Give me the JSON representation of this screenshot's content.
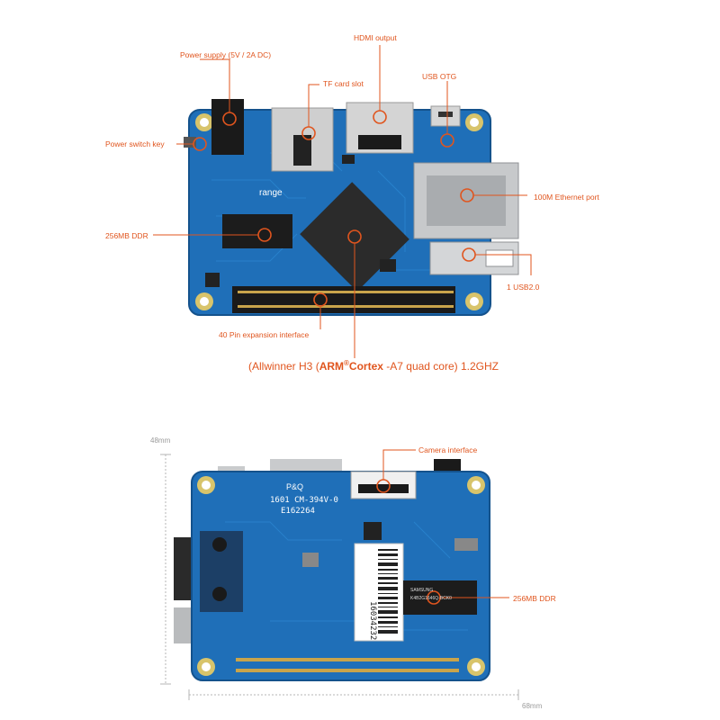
{
  "top_callouts": {
    "power_supply": "Power supply (5V / 2A DC)",
    "hdmi": "HDMI output",
    "tf_card": "TF card slot",
    "usb_otg": "USB OTG",
    "power_switch": "Power switch key",
    "ethernet": "100M Ethernet port",
    "ddr": "256MB DDR",
    "usb2": "1 USB2.0",
    "gpio": "40 Pin expansion interface"
  },
  "soc": {
    "open": "(Allwinner H3 (",
    "arm": "ARM",
    "reg": "®",
    "cortex": "Cortex",
    "close": " -A7 quad core) 1.2GHZ"
  },
  "bottom_callouts": {
    "camera": "Camera interface",
    "ddr": "256MB DDR"
  },
  "dimensions": {
    "height": "48mm",
    "width": "68mm"
  },
  "board_markings": {
    "brand": "range",
    "bottom_code_1": "1601 CM-394V-0",
    "bottom_code_2": "E162264",
    "vendor": "P&Q",
    "serial": "16034232",
    "ddr_chip_1": "SAMSUNG",
    "ddr_chip_2": "K4B2G1646Q-BCK0"
  },
  "colors": {
    "pcb": "#1f6fb8",
    "callout": "#e0551e",
    "dimension": "#9a9a9a"
  }
}
